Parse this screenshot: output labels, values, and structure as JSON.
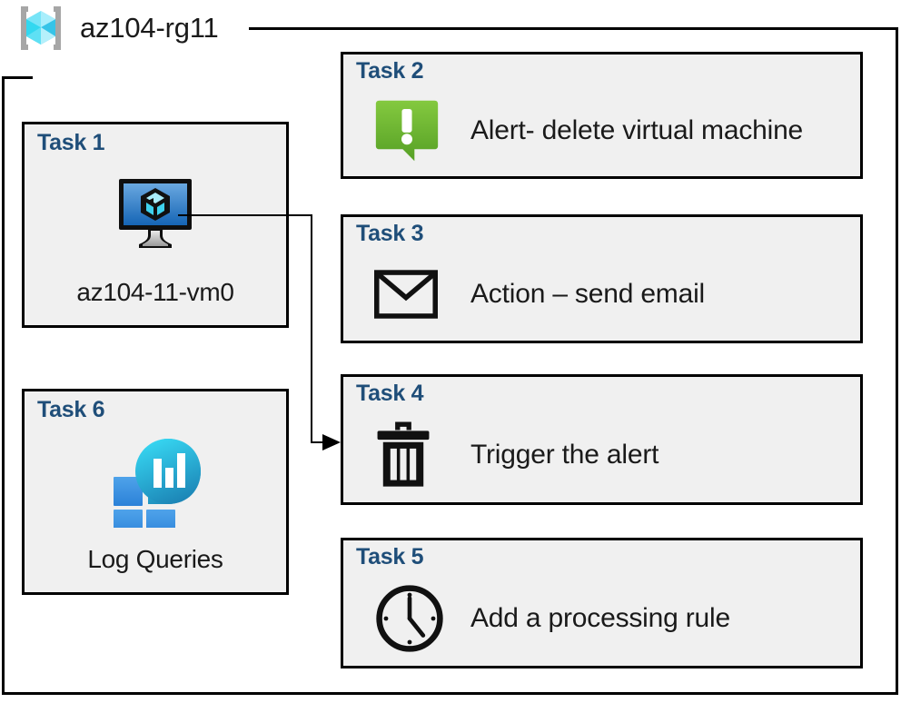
{
  "resource_group": {
    "label": "az104-rg11",
    "icon": "azure-resource-group-icon"
  },
  "colors": {
    "task_title": "#1f4e79",
    "box_background": "#f0f0f0",
    "box_border": "#000000",
    "alert_green_light": "#7dc242",
    "alert_green_dark": "#5aa026",
    "vm_blue_light": "#5b9bd5",
    "vm_blue_dark": "#1763ab",
    "log_square_blue": "#2f8ce0",
    "log_blob_cyan": "#2fcbe8",
    "log_blob_teal": "#1d87b8",
    "page_background": "#ffffff"
  },
  "left_column": [
    {
      "title": "Task 1",
      "caption": "az104-11-vm0",
      "icon": "azure-virtual-machine-icon"
    },
    {
      "title": "Task 6",
      "caption": "Log Queries",
      "icon": "azure-log-analytics-icon"
    }
  ],
  "right_column": [
    {
      "title": "Task 2",
      "label": "Alert- delete virtual machine",
      "icon": "alert-exclamation-bubble-icon"
    },
    {
      "title": "Task 3",
      "label": "Action – send email",
      "icon": "envelope-icon"
    },
    {
      "title": "Task 4",
      "label": "Trigger the alert",
      "icon": "trash-delete-icon"
    },
    {
      "title": "Task 5",
      "label": "Add a processing rule",
      "icon": "clock-icon"
    }
  ],
  "connector": {
    "from": "Task 1 virtual machine",
    "to": "Task 4 trigger the alert",
    "arrow": "arrowhead-right"
  }
}
